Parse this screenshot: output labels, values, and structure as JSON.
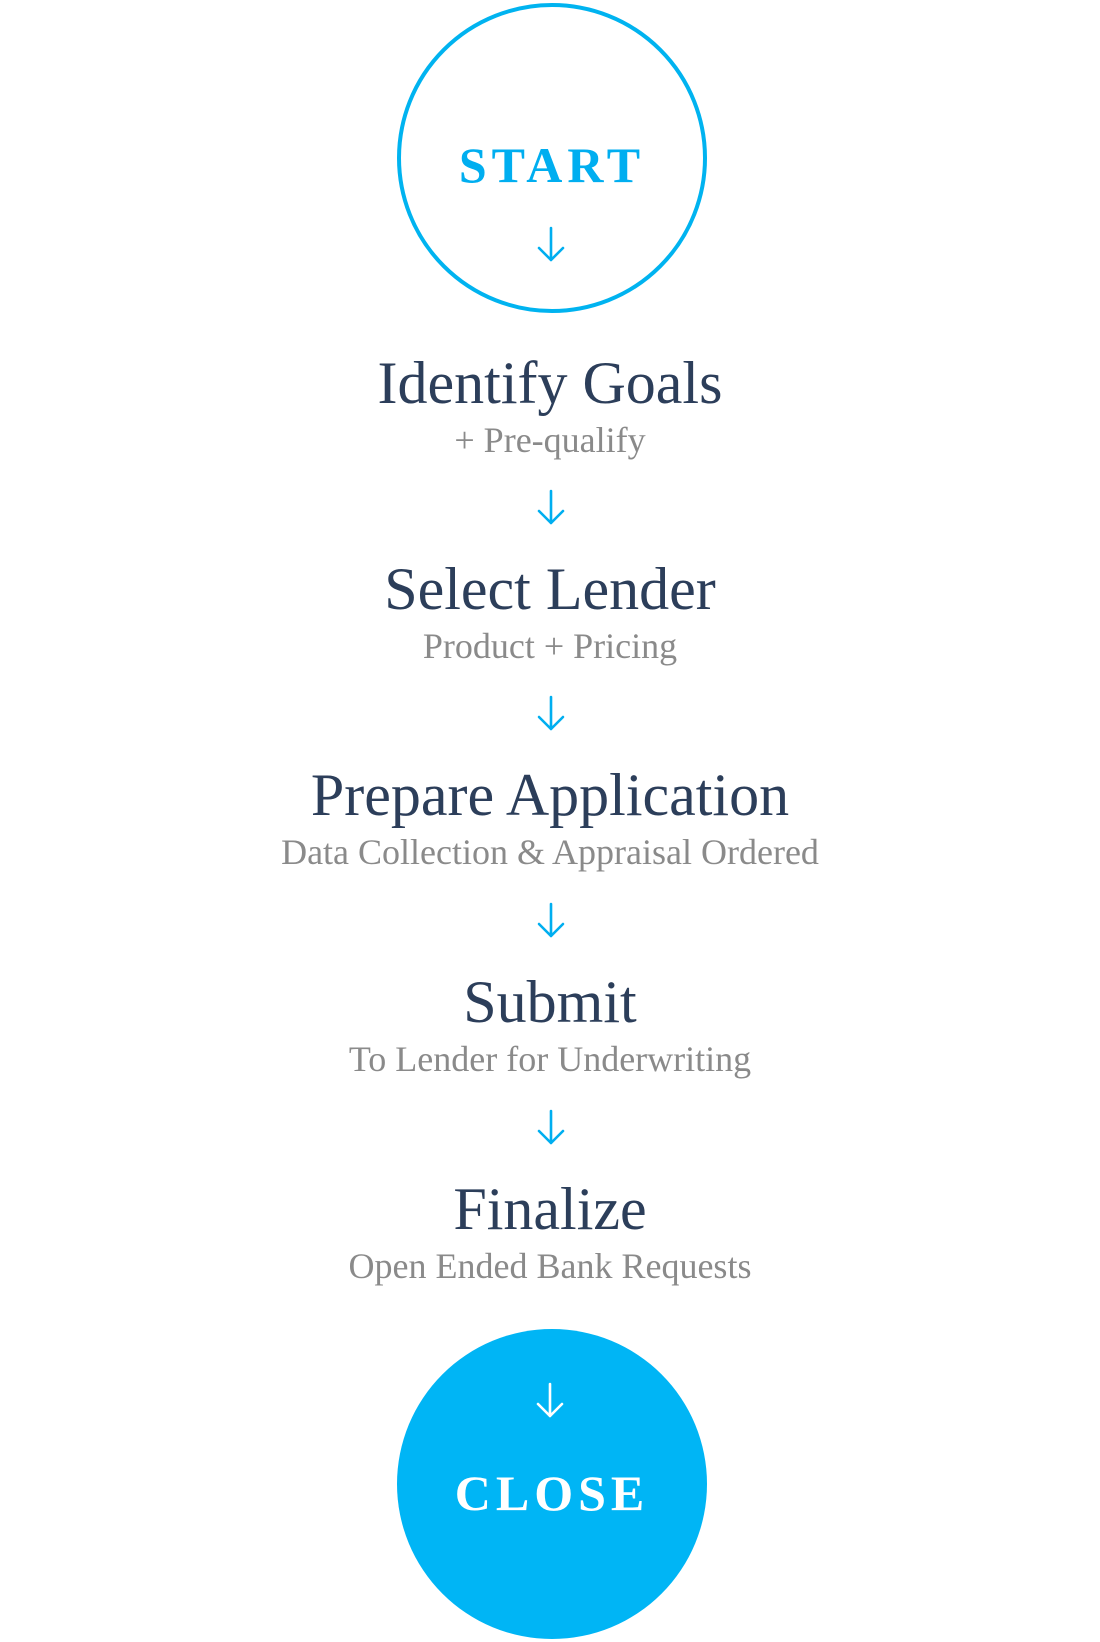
{
  "start": {
    "label": "START"
  },
  "steps": [
    {
      "title": "Identify Goals",
      "subtitle": "+ Pre-qualify"
    },
    {
      "title": "Select Lender",
      "subtitle": "Product + Pricing"
    },
    {
      "title": "Prepare Application",
      "subtitle": "Data Collection & Appraisal Ordered"
    },
    {
      "title": "Submit",
      "subtitle": "To Lender for Underwriting"
    },
    {
      "title": "Finalize",
      "subtitle": "Open Ended Bank Requests"
    }
  ],
  "close": {
    "label": "CLOSE"
  },
  "colors": {
    "accent": "#00aef0",
    "close_fill": "#00b5f5",
    "title_text": "#2c3e5a",
    "subtitle_text": "#8a8a8a"
  },
  "icons": {
    "connector": "arrow-down-icon"
  }
}
